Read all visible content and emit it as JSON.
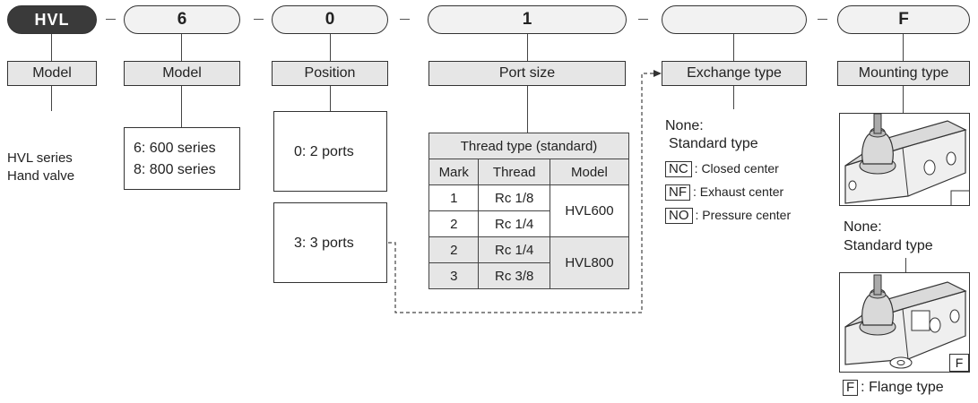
{
  "codes": {
    "hvl": "HVL",
    "six": "6",
    "zero": "0",
    "one": "1",
    "blank": "",
    "f": "F"
  },
  "labels": {
    "model1": "Model",
    "model2": "Model",
    "position": "Position",
    "port_size": "Port size",
    "exchange_type": "Exchange type",
    "mounting_type": "Mounting type"
  },
  "hvl_desc": [
    "HVL series",
    "Hand valve"
  ],
  "series_options": [
    "6: 600 series",
    "8: 800 series"
  ],
  "position_options": {
    "two": "0: 2 ports",
    "three": "3: 3 ports"
  },
  "thread_table": {
    "title": "Thread type (standard)",
    "headers": [
      "Mark",
      "Thread",
      "Model"
    ],
    "rows": [
      {
        "mark": "1",
        "thread": "Rc 1/8"
      },
      {
        "mark": "2",
        "thread": "Rc 1/4"
      },
      {
        "mark": "2",
        "thread": "Rc 1/4"
      },
      {
        "mark": "3",
        "thread": "Rc 3/8"
      }
    ],
    "models": [
      "HVL600",
      "HVL800"
    ]
  },
  "exchange": {
    "none_label": "None:",
    "standard": "Standard type",
    "options": [
      {
        "code": "NC",
        "text": ": Closed center"
      },
      {
        "code": "NF",
        "text": ": Exhaust center"
      },
      {
        "code": "NO",
        "text": ": Pressure center"
      }
    ]
  },
  "mounting": {
    "none_label": "None:",
    "standard": "Standard type",
    "flange_code": "F",
    "flange_text": ": Flange type",
    "img_badge": "F"
  }
}
